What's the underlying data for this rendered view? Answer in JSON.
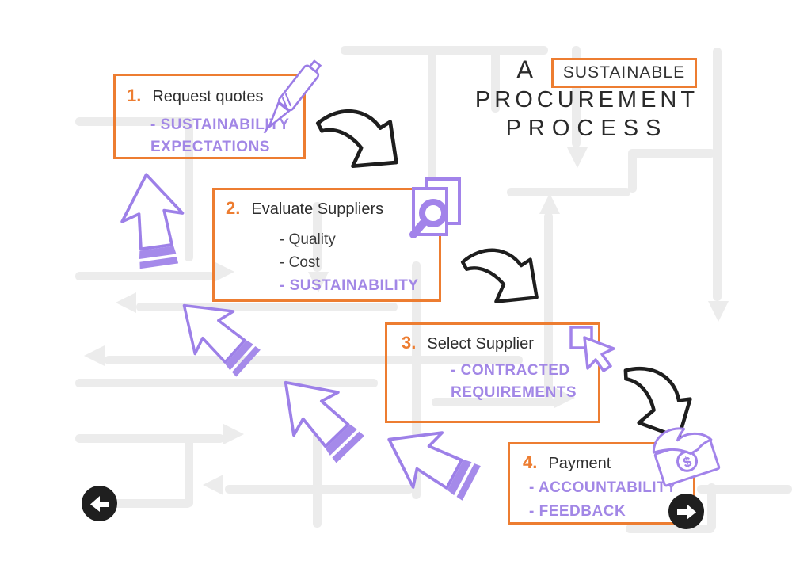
{
  "title": {
    "prefix": "A",
    "highlight": "SUSTAINABLE",
    "line2": "PROCUREMENT",
    "line3": "PROCESS"
  },
  "steps": [
    {
      "number": "1.",
      "title": "Request quotes",
      "icon": "pen-icon",
      "bullets": [
        {
          "text": "- SUSTAINABILITY",
          "emphasis": true
        },
        {
          "text": "EXPECTATIONS",
          "emphasis": true
        }
      ]
    },
    {
      "number": "2.",
      "title": "Evaluate Suppliers",
      "icon": "document-search-icon",
      "bullets": [
        {
          "text": "- Quality",
          "emphasis": false
        },
        {
          "text": "- Cost",
          "emphasis": false
        },
        {
          "text": "- SUSTAINABILITY",
          "emphasis": true
        }
      ]
    },
    {
      "number": "3.",
      "title": "Select Supplier",
      "icon": "cursor-select-icon",
      "bullets": [
        {
          "text": "- CONTRACTED",
          "emphasis": true
        },
        {
          "text": "REQUIREMENTS",
          "emphasis": true
        }
      ]
    },
    {
      "number": "4.",
      "title": "Payment",
      "icon": "payment-hand-icon",
      "bullets": [
        {
          "text": "- ACCOUNTABILITY",
          "emphasis": true
        },
        {
          "text": "- FEEDBACK",
          "emphasis": true
        }
      ]
    }
  ],
  "navigation": {
    "prev_icon": "arrow-left-icon",
    "next_icon": "arrow-right-icon"
  },
  "colors": {
    "accent_orange": "#ED7D31",
    "accent_purple": "#A287E6",
    "dark_text": "#2E2E2E",
    "pattern_gray": "#ECECEC",
    "nav_black": "#1F1F1F"
  }
}
